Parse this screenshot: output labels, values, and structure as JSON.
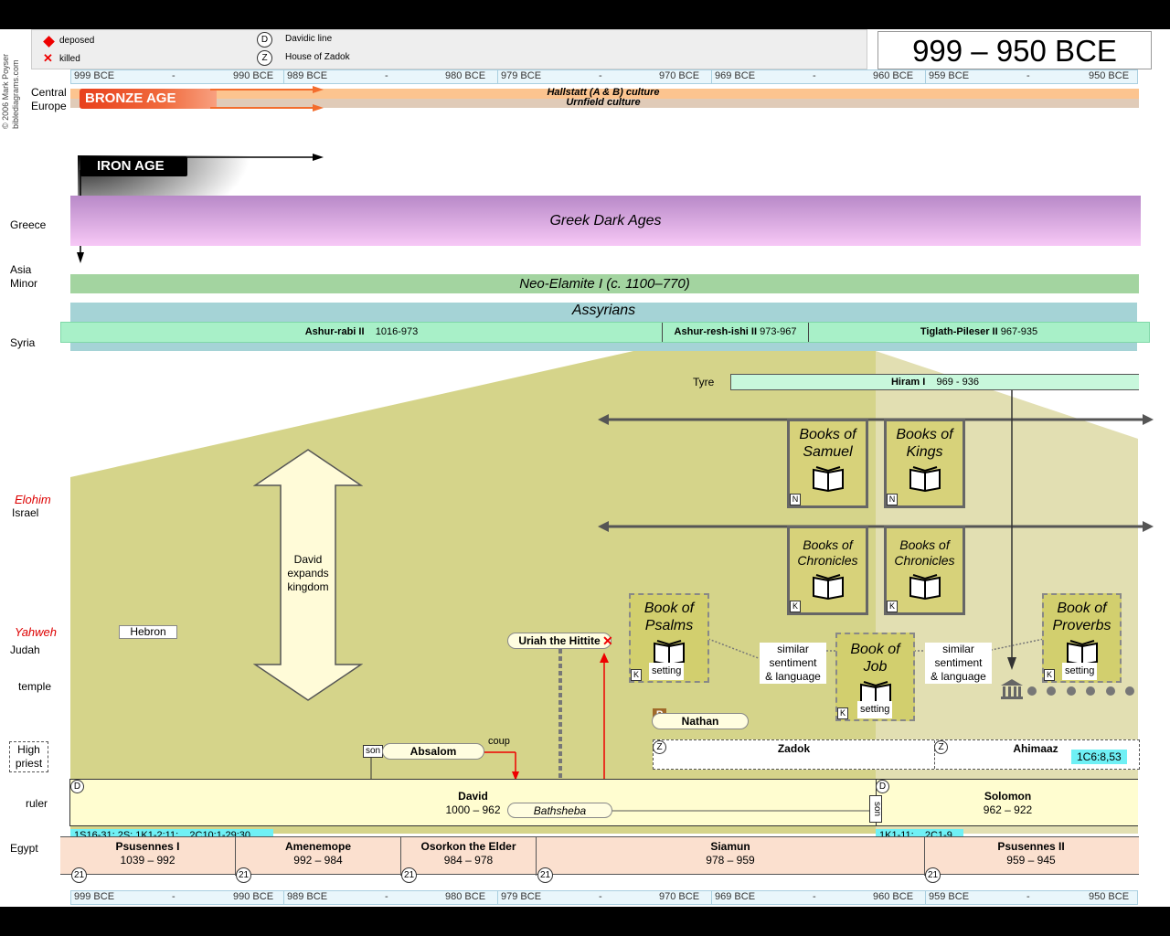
{
  "title": "999 – 950 BCE",
  "copyright": "© 2006 Mark Poyser",
  "website": "biblediagrams.com",
  "legend": {
    "deposed": "deposed",
    "killed": "killed",
    "davidic_symbol": "D",
    "davidic": "Davidic line",
    "zadok_symbol": "Z",
    "zadok": "House of Zadok"
  },
  "scale": [
    {
      "start": "999 BCE",
      "mid": "-",
      "end": "990 BCE"
    },
    {
      "start": "989 BCE",
      "mid": "-",
      "end": "980 BCE"
    },
    {
      "start": "979 BCE",
      "mid": "-",
      "end": "970 BCE"
    },
    {
      "start": "969 BCE",
      "mid": "-",
      "end": "960 BCE"
    },
    {
      "start": "959 BCE",
      "mid": "-",
      "end": "950 BCE"
    }
  ],
  "regions": {
    "central": "Central",
    "europe": "Europe",
    "greece": "Greece",
    "asia": "Asia",
    "minor": "Minor",
    "syria": "Syria",
    "elohim": "Elohim",
    "israel": "Israel",
    "yahweh": "Yahweh",
    "judah": "Judah",
    "temple": "temple",
    "high": "High",
    "priest": "priest",
    "ruler": "ruler",
    "egypt": "Egypt"
  },
  "ages": {
    "bronze": "BRONZE AGE",
    "iron": "IRON AGE",
    "hallstatt": "Hallstatt (A & B) culture",
    "urnfield": "Urnfield culture"
  },
  "bands": {
    "greek": "Greek Dark Ages",
    "elamite": "Neo-Elamite I (c. 1100–770)",
    "assyrians": "Assyrians"
  },
  "assyrian_kings": [
    {
      "name": "Ashur-rabi II",
      "dates": "1016-973"
    },
    {
      "name": "Ashur-resh-ishi II",
      "dates": "973-967"
    },
    {
      "name": "Tiglath-Pileser II",
      "dates": "967-935"
    }
  ],
  "tyre": {
    "label": "Tyre",
    "king": "Hiram I",
    "dates": "969 - 936"
  },
  "books": {
    "samuel": {
      "line1": "Books of",
      "line2": "Samuel",
      "badge": "N"
    },
    "kings": {
      "line1": "Books of",
      "line2": "Kings",
      "badge": "N"
    },
    "chron1": {
      "line1": "Books of",
      "line2": "Chronicles",
      "badge": "K"
    },
    "chron2": {
      "line1": "Books of",
      "line2": "Chronicles",
      "badge": "K"
    },
    "psalms": {
      "line1": "Book of",
      "line2": "Psalms",
      "badge": "K",
      "setting": "setting"
    },
    "job": {
      "line1": "Book of",
      "line2": "Job",
      "badge": "K",
      "setting": "setting"
    },
    "proverbs": {
      "line1": "Book of",
      "line2": "Proverbs",
      "badge": "K",
      "setting": "setting"
    }
  },
  "similar": {
    "line1": "similar",
    "line2": "sentiment",
    "line3": "& language"
  },
  "israel": {
    "expand_line1": "David",
    "expand_line2": "expands",
    "expand_line3": "kingdom",
    "hebron": "Hebron",
    "uriah": "Uriah the Hittite",
    "nathan_badge": "P",
    "nathan": "Nathan",
    "son": "son",
    "absalom": "Absalom",
    "coup": "coup",
    "bathsheba": "Bathsheba",
    "zadok_symbol": "Z",
    "zadok": "Zadok",
    "ahimaaz": "Ahimaaz",
    "ahimaaz_ref": "1C6:8,53"
  },
  "rulers": {
    "david": {
      "name": "David",
      "dates": "1000 – 962",
      "symbol": "D"
    },
    "solomon": {
      "name": "Solomon",
      "dates": "962 – 922",
      "symbol": "D"
    },
    "david_ref": "1S16-31; 2S; 1K1-2:11;    2C10:1-29:30",
    "solomon_ref": "1K1-11;    2C1-9"
  },
  "egypt": [
    {
      "name": "Psusennes I",
      "dates": "1039 – 992",
      "dynasty": "21"
    },
    {
      "name": "Amenemope",
      "dates": "992 – 984",
      "dynasty": "21"
    },
    {
      "name": "Osorkon the Elder",
      "dates": "984 – 978",
      "dynasty": "21"
    },
    {
      "name": "Siamun",
      "dates": "978 – 959",
      "dynasty": "21"
    },
    {
      "name": "Psusennes II",
      "dates": "959 – 945",
      "dynasty": "21"
    }
  ],
  "colors": {
    "israel_bg": "#d5d48a",
    "judah_bg": "#d4d17e",
    "greek_top": "#b889c8",
    "greek_bottom": "#f7c8f6",
    "elamite": "#a3d4a0",
    "assyrian": "#a5d3d6",
    "syria_row": "#a8f0c8",
    "egypt": "#fbe0cf",
    "ruler": "#fffdd0",
    "ref": "#6ff0f5"
  }
}
